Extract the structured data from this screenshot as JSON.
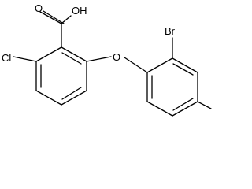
{
  "molecule": {
    "atoms": {
      "hydroxyl": "OH",
      "carbonyl_oxygen": "O",
      "ether_oxygen": "O",
      "chlorine": "Cl",
      "bromine": "Br"
    },
    "colors": {
      "bond": "#000000",
      "background": "#ffffff"
    }
  }
}
